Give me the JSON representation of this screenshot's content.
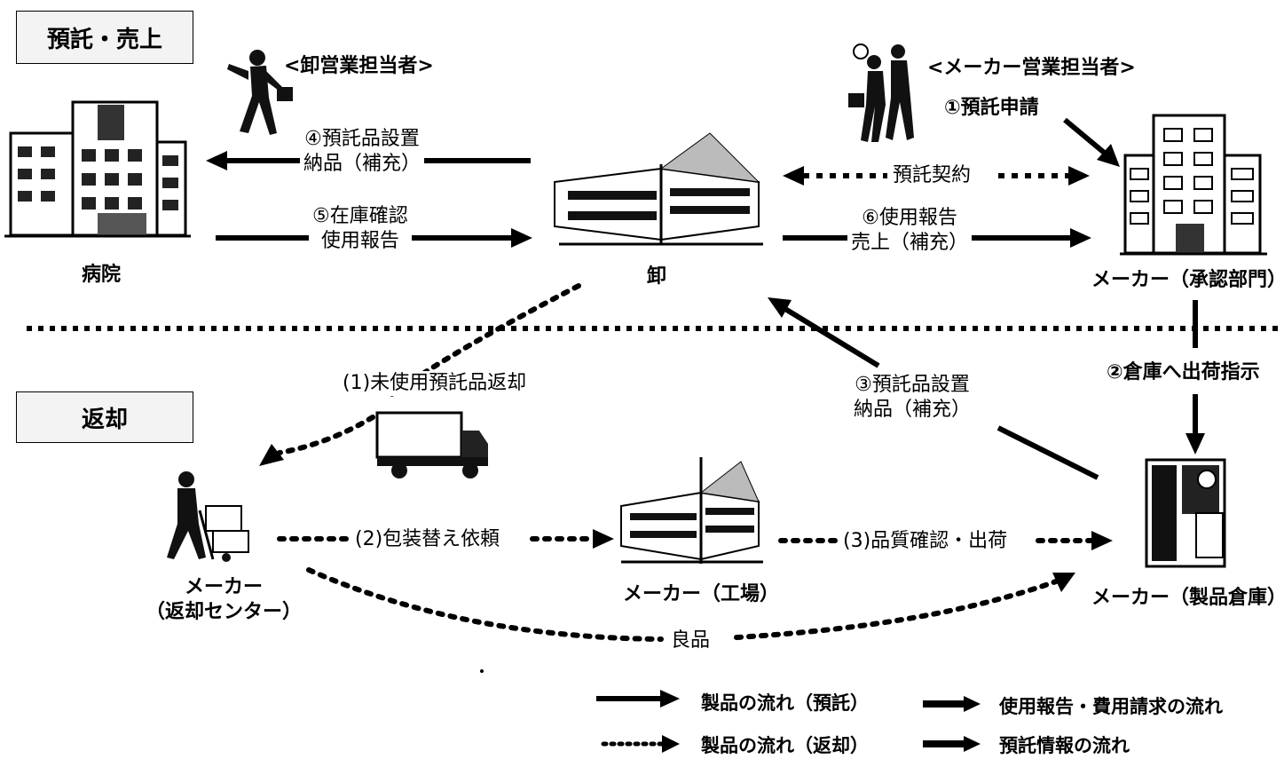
{
  "sections": {
    "top": "預託・売上",
    "bottom": "返却"
  },
  "roles": {
    "wholesaler_sales": "<卸営業担当者>",
    "maker_sales": "<メーカー営業担当者>"
  },
  "nodes": {
    "hospital": "病院",
    "wholesaler": "卸",
    "maker_approval": "メーカー（承認部門）",
    "maker_return_center_line1": "メーカー",
    "maker_return_center_line2": "（返却センター）",
    "maker_factory": "メーカー（工場）",
    "maker_warehouse": "メーカー（製品倉庫）"
  },
  "flows": {
    "step1": "①預託申請",
    "step2": "②倉庫へ出荷指示",
    "step3_line1": "③預託品設置",
    "step3_line2": "納品（補充）",
    "step4_line1": "④預託品設置",
    "step4_line2": "納品（補充）",
    "step5_line1": "⑤在庫確認",
    "step5_line2": "使用報告",
    "step6_line1": "⑥使用報告",
    "step6_line2": "売上（補充）",
    "contract": "預託契約",
    "return1": "(1)未使用預託品返却",
    "return2": "(2)包装替え依頼",
    "return3": "(3)品質確認・出荷",
    "good": "良品"
  },
  "legend": {
    "product_flow_consign": "製品の流れ（預託）",
    "product_flow_return": "製品の流れ（返却）",
    "usage_billing_flow": "使用報告・費用請求の流れ",
    "consign_info_flow": "預託情報の流れ"
  }
}
